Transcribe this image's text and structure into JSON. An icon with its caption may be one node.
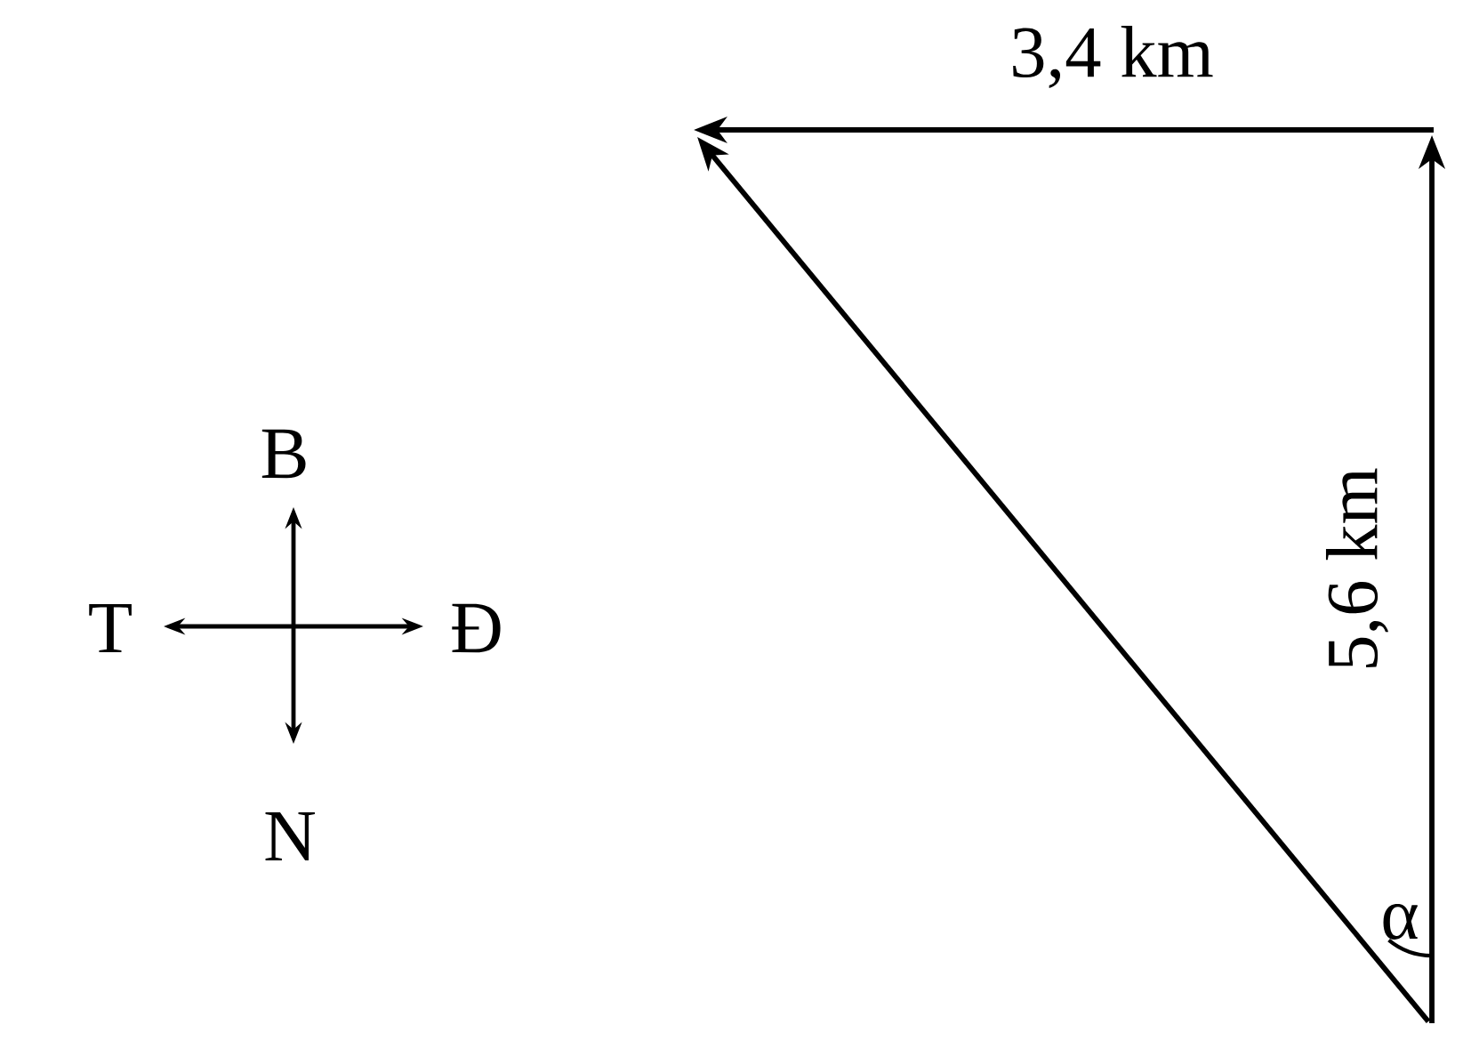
{
  "diagram": {
    "labels": [
      "3,4 km",
      "B",
      "T",
      "Đ",
      "5,6 km",
      "α",
      "N"
    ]
  }
}
